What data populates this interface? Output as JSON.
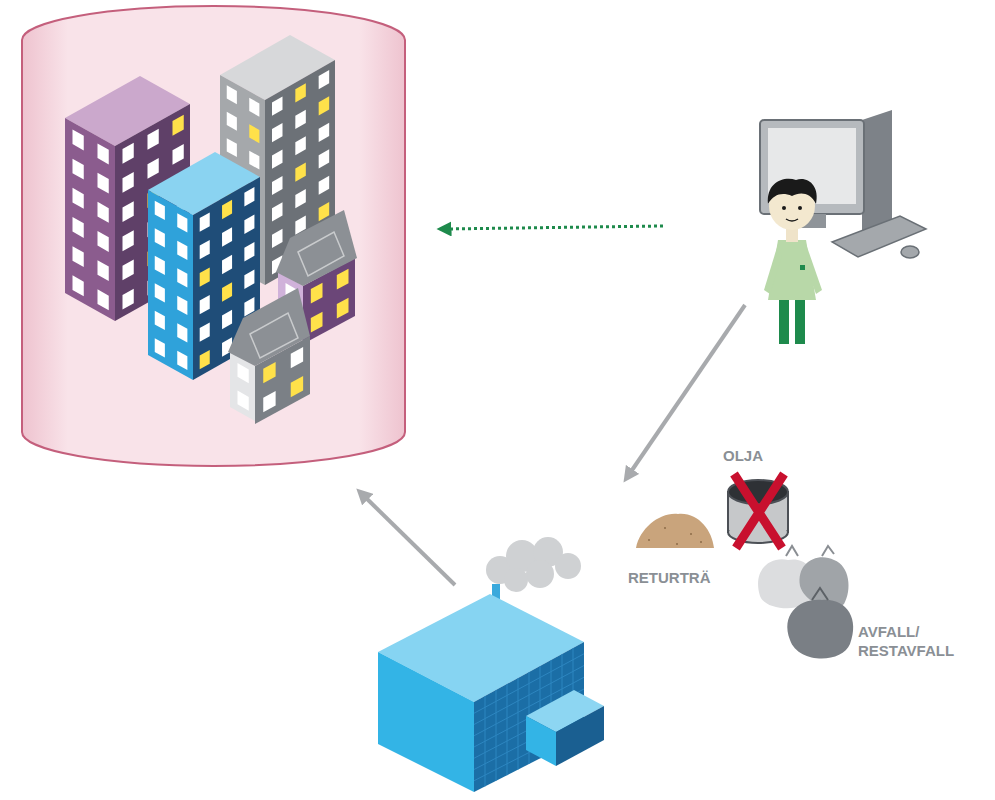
{
  "diagram": {
    "labels": [
      "OLJA",
      "RETURTRÄ",
      "AVFALL/ RESTAVFALL"
    ]
  }
}
